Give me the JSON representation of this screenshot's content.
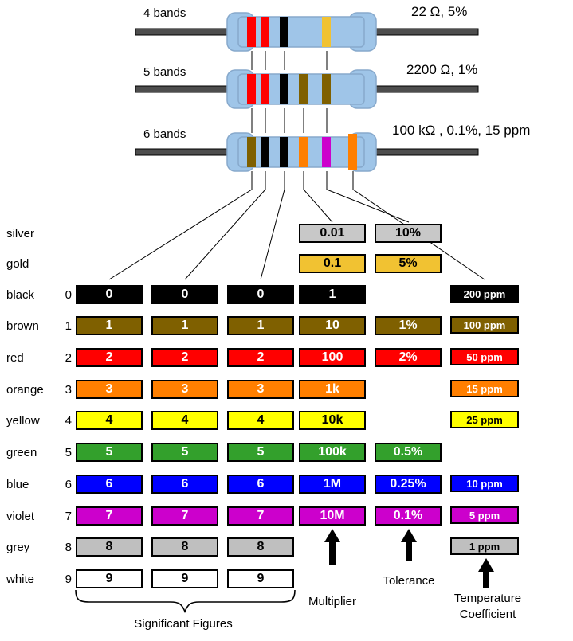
{
  "resistors": [
    {
      "label": "4 bands",
      "value": "22 Ω, 5%",
      "bands": [
        "red",
        "red",
        "black",
        "gold"
      ]
    },
    {
      "label": "5 bands",
      "value": "2200 Ω, 1%",
      "bands": [
        "red",
        "red",
        "black",
        "brown",
        "brown"
      ]
    },
    {
      "label": "6 bands",
      "value": "100 kΩ , 0.1%, 15 ppm",
      "bands": [
        "brown",
        "black",
        "black",
        "orange",
        "violet",
        "orange"
      ]
    }
  ],
  "colors": {
    "black": "#000000",
    "brown": "#7F6000",
    "red": "#FF0000",
    "orange": "#FF7F00",
    "yellow": "#FFFF00",
    "green": "#33A02C",
    "blue": "#0000FF",
    "violet": "#CC00CC",
    "grey": "#BFBFBF",
    "white": "#FFFFFF",
    "silver": "#C8C8C8",
    "gold": "#F1C232",
    "body": "#9FC5E8",
    "lead": "#4D4D4D"
  },
  "table": {
    "rows": [
      {
        "name": "silver",
        "digit": "",
        "bg": "#C8C8C8",
        "fg": "#000000",
        "multiplier": "0.01",
        "tolerance": "10%"
      },
      {
        "name": "gold",
        "digit": "",
        "bg": "#F1C232",
        "fg": "#000000",
        "multiplier": "0.1",
        "tolerance": "5%"
      },
      {
        "name": "black",
        "digit": "0",
        "bg": "#000000",
        "fg": "#FFFFFF",
        "fig": "0",
        "multiplier": "1",
        "temp": "200 ppm"
      },
      {
        "name": "brown",
        "digit": "1",
        "bg": "#7F6000",
        "fg": "#FFFFFF",
        "fig": "1",
        "multiplier": "10",
        "tolerance": "1%",
        "temp": "100 ppm"
      },
      {
        "name": "red",
        "digit": "2",
        "bg": "#FF0000",
        "fg": "#FFFFFF",
        "fig": "2",
        "multiplier": "100",
        "tolerance": "2%",
        "temp": "50 ppm"
      },
      {
        "name": "orange",
        "digit": "3",
        "bg": "#FF7F00",
        "fg": "#FFFFFF",
        "fig": "3",
        "multiplier": "1k",
        "temp": "15 ppm"
      },
      {
        "name": "yellow",
        "digit": "4",
        "bg": "#FFFF00",
        "fg": "#000000",
        "fig": "4",
        "multiplier": "10k",
        "temp": "25 ppm"
      },
      {
        "name": "green",
        "digit": "5",
        "bg": "#33A02C",
        "fg": "#FFFFFF",
        "fig": "5",
        "multiplier": "100k",
        "tolerance": "0.5%"
      },
      {
        "name": "blue",
        "digit": "6",
        "bg": "#0000FF",
        "fg": "#FFFFFF",
        "fig": "6",
        "multiplier": "1M",
        "tolerance": "0.25%",
        "temp": "10 ppm"
      },
      {
        "name": "violet",
        "digit": "7",
        "bg": "#CC00CC",
        "fg": "#FFFFFF",
        "fig": "7",
        "multiplier": "10M",
        "tolerance": "0.1%",
        "temp": "5 ppm"
      },
      {
        "name": "grey",
        "digit": "8",
        "bg": "#BFBFBF",
        "fg": "#000000",
        "fig": "8",
        "temp": "1 ppm"
      },
      {
        "name": "white",
        "digit": "9",
        "bg": "#FFFFFF",
        "fg": "#000000",
        "fig": "9"
      }
    ]
  },
  "footer": {
    "significant_figures": "Significant Figures",
    "multiplier": "Multiplier",
    "tolerance": "Tolerance",
    "temperature_coefficient": "Temperature Coefficient"
  }
}
